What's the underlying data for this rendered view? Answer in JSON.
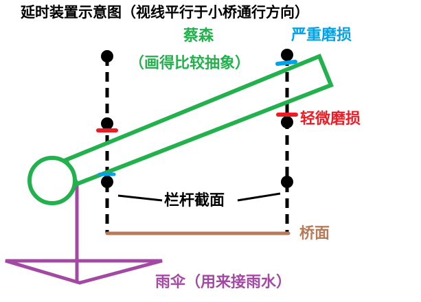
{
  "title": "延时装置示意图（视线平行于小桥通行方向）",
  "labels": {
    "caisen": "蔡森",
    "caisen_note": "（画得比较抽象）",
    "severe_wear": "严重磨损",
    "slight_wear": "轻微磨损",
    "railing_section": "栏杆截面",
    "bridge_deck": "桥面",
    "umbrella": "雨伞（用来接雨水）"
  },
  "colors": {
    "green": "#22b14c",
    "blue": "#00a2e8",
    "red": "#ed1c24",
    "brown": "#b97a57",
    "purple": "#a349a4",
    "black": "#000000"
  }
}
